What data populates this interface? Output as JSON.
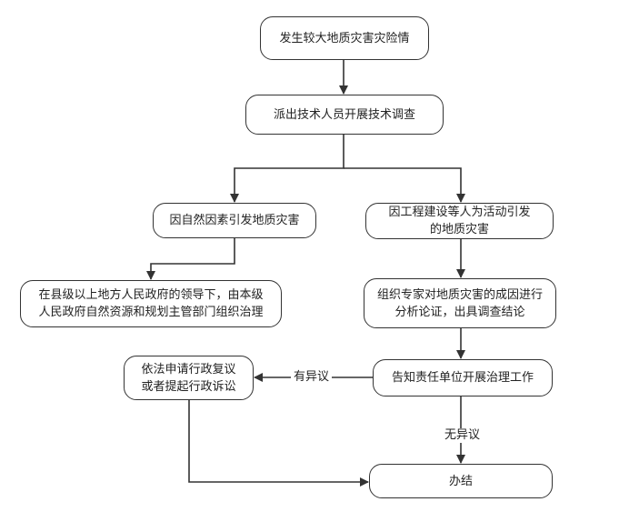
{
  "nodes": {
    "start": "发生较大地质灾害灾险情",
    "investigate": "派出技术人员开展技术调查",
    "natural": "因自然因素引发地质灾害",
    "human": "因工程建设等人为活动引发\n的地质灾害",
    "county": "在县级以上地方人民政府的领导下，由本级\n人民政府自然资源和规划主管部门组织治理",
    "experts": "组织专家对地质灾害的成因进行\n分析论证，出具调查结论",
    "notify": "告知责任单位开展治理工作",
    "appeal": "依法申请行政复议\n或者提起行政诉讼",
    "done": "办结"
  },
  "edge_labels": {
    "objection": "有异议",
    "no_objection": "无异议"
  },
  "colors": {
    "line": "#333333",
    "border": "#333333",
    "background": "#ffffff"
  }
}
